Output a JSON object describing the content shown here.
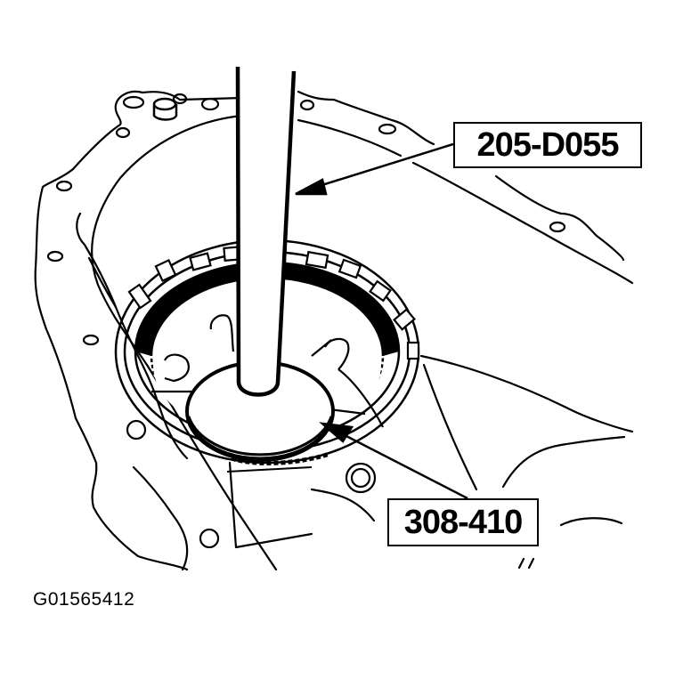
{
  "figure": {
    "id": "G01565412",
    "description": "Transmission housing with special tool installed through gear set onto seal/bearing",
    "callouts": [
      {
        "label": "205-D055",
        "refers_to": "driver handle (vertical bar)"
      },
      {
        "label": "308-410",
        "refers_to": "installer disc seated in gear housing"
      }
    ],
    "colors": {
      "line": "#000000",
      "background": "#ffffff"
    }
  }
}
